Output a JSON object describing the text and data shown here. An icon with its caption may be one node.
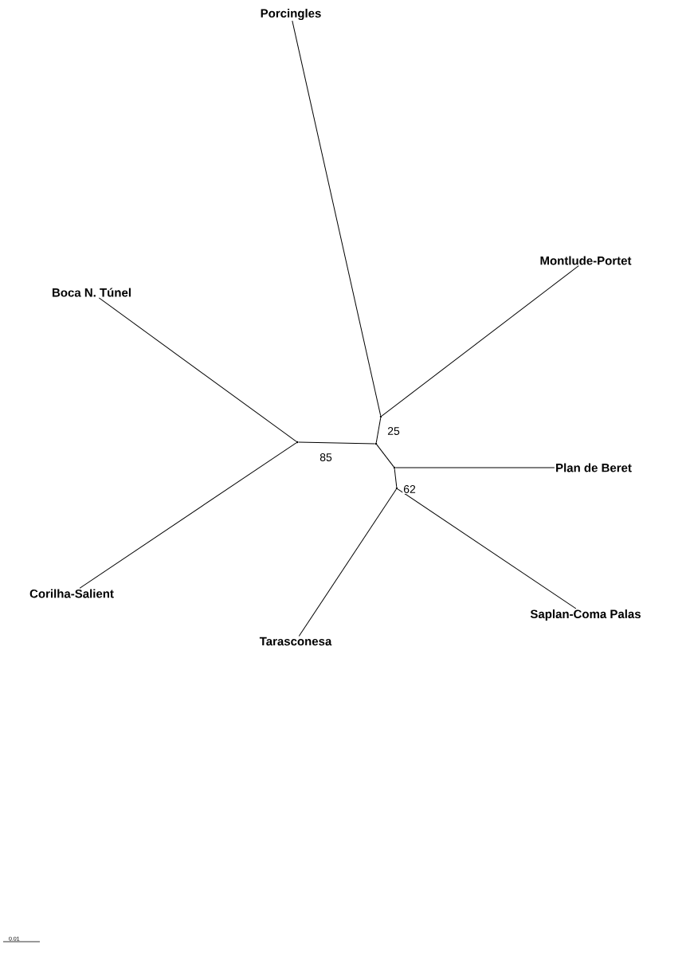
{
  "diagram": {
    "nodes": [
      {
        "text": [
          "Porcingles"
        ]
      },
      {
        "text": [
          "Montlude-Portet"
        ]
      },
      {
        "text": [
          "Boca N. Túnel"
        ]
      },
      {
        "text": [
          "Plan de Beret"
        ]
      },
      {
        "text": [
          "Corilha-Salient"
        ]
      },
      {
        "text": [
          "Saplan-Coma Palas"
        ]
      },
      {
        "text": [
          "Tarasconesa"
        ]
      },
      {
        "text": [],
        "shape": "point"
      },
      {
        "text": [],
        "shape": "point"
      },
      {
        "text": [],
        "shape": "point"
      },
      {
        "text": [],
        "shape": "point"
      },
      {
        "text": [],
        "shape": "point"
      }
    ],
    "edges": [
      {
        "from": 7,
        "to": 0,
        "arrow": "none"
      },
      {
        "from": 7,
        "to": 1,
        "arrow": "none"
      },
      {
        "from": 8,
        "to": 7,
        "arrow": "none",
        "label": "25"
      },
      {
        "from": 8,
        "to": 9,
        "arrow": "none",
        "label": "85"
      },
      {
        "from": 9,
        "to": 2,
        "arrow": "none"
      },
      {
        "from": 9,
        "to": 4,
        "arrow": "none"
      },
      {
        "from": 8,
        "to": 10,
        "arrow": "none"
      },
      {
        "from": 10,
        "to": 3,
        "arrow": "none"
      },
      {
        "from": 10,
        "to": 11,
        "arrow": "none",
        "label": "62"
      },
      {
        "from": 11,
        "to": 5,
        "arrow": "none"
      },
      {
        "from": 11,
        "to": 6,
        "arrow": "none"
      }
    ],
    "labels": [
      "0.01"
    ]
  }
}
